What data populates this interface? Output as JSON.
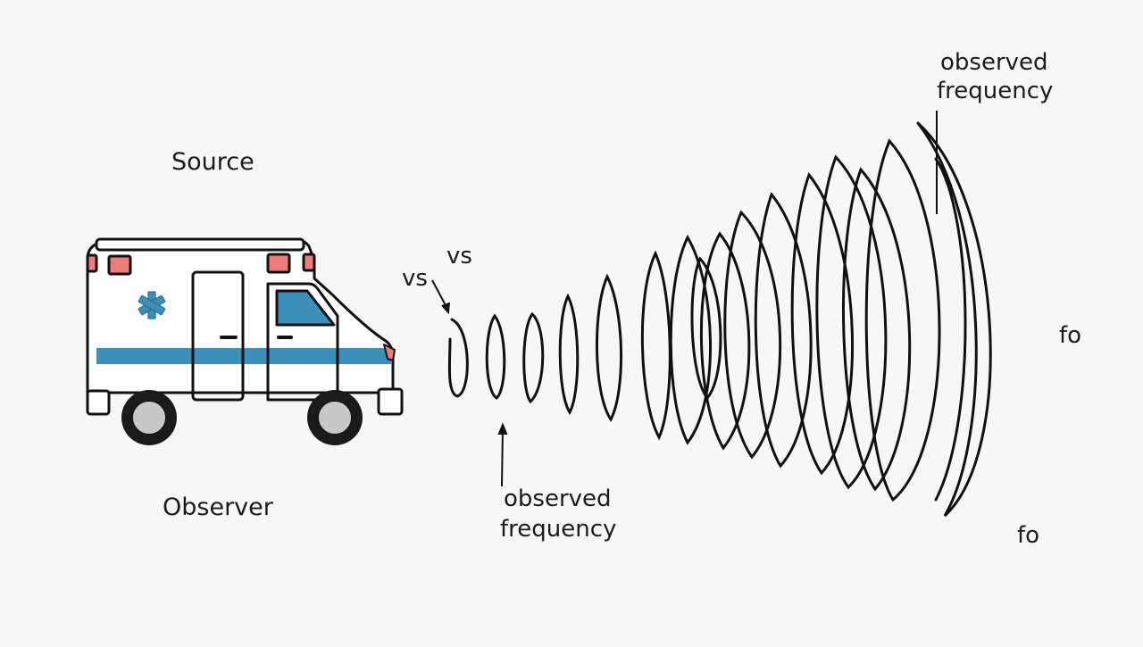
{
  "labels": {
    "source": "Source",
    "observer": "Observer",
    "vs_upper": "vs",
    "vs_lower": "vs",
    "observed_top_line1": "observed",
    "observed_top_line2": "frequency",
    "observed_bottom_line1": "observed",
    "observed_bottom_line2": "frequency",
    "fo_upper": "fo",
    "fo_lower": "fo"
  },
  "colors": {
    "background": "#f7f7f8",
    "stroke": "#111111",
    "ambulance_body": "#ffffff",
    "ambulance_stripe": "#3b8fb8",
    "ambulance_window": "#3b8fb8",
    "ambulance_light": "#f07b7b",
    "wheel_hub": "#c8c8c8",
    "wheel_tire": "#1a1a1a"
  },
  "icons": {
    "vehicle": "ambulance-icon",
    "emblem": "star-of-life-icon"
  }
}
